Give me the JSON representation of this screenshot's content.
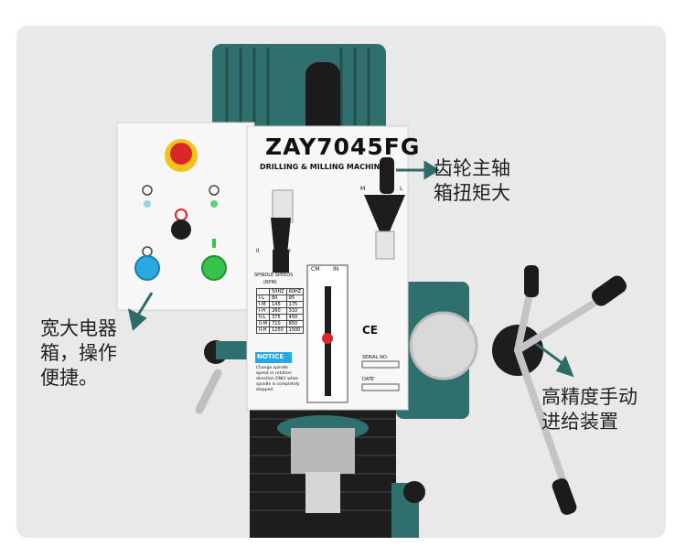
{
  "colors": {
    "background": "#e9e9ea",
    "machine_teal": "#2f6f6e",
    "panel_white": "#f7f7f7",
    "emergency_red": "#d9262b",
    "emergency_yellow": "#f2c319",
    "start_blue": "#2aa8e0",
    "start_green": "#37c24b",
    "arrow_color": "#2f6b6a"
  },
  "machine": {
    "model": "ZAY7045FG",
    "subtitle": "DRILLING & MILLING MACHINE",
    "speed_table_title": "SPINDLE SPEEDS",
    "speed_table_unit": "(RPM)",
    "speed_table": {
      "headers": [
        "",
        "50HZ",
        "60HZ"
      ],
      "rows": [
        [
          "I-L",
          "80",
          "95"
        ],
        [
          "I-M",
          "145",
          "175"
        ],
        [
          "I-H",
          "260",
          "310"
        ],
        [
          "II-L",
          "375",
          "450"
        ],
        [
          "II-M",
          "710",
          "850"
        ],
        [
          "II-H",
          "1250",
          "1500"
        ]
      ]
    },
    "notice_title": "NOTICE",
    "notice_text": "Change spindle speed or rotation direction ONLY when spindle is completely stopped.",
    "scale_cm": "CM",
    "scale_in": "IN",
    "ce_mark": "CE",
    "serial_label": "SERIAL NO.",
    "date_label": "DATE",
    "lever_marks": [
      "M",
      "L",
      "II",
      "I"
    ]
  },
  "callouts": {
    "gearbox": "齿轮主轴\n箱扭矩大",
    "electrical": "宽大电器\n箱，操作\n便捷。",
    "feed": "高精度手动\n进给装置"
  }
}
